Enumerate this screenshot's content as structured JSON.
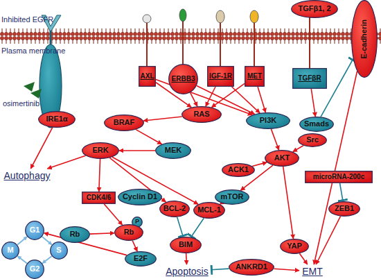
{
  "diagram": {
    "nodes": [
      {
        "text": [
          "TGFβ1, 2"
        ]
      },
      {
        "text": [
          "E-cadherin"
        ]
      },
      {
        "text": [
          "AXL"
        ]
      },
      {
        "text": [
          "ERBB3"
        ]
      },
      {
        "text": [
          "IGF-1R"
        ]
      },
      {
        "text": [
          "MET"
        ]
      },
      {
        "text": [
          "TGFβR"
        ]
      },
      {
        "text": [
          "IRE1α"
        ]
      },
      {
        "text": [
          "RAS"
        ]
      },
      {
        "text": [
          "BRAF"
        ]
      },
      {
        "text": [
          "PI3K"
        ]
      },
      {
        "text": [
          "Smads"
        ]
      },
      {
        "text": [
          "Src"
        ]
      },
      {
        "text": [
          "ERK"
        ]
      },
      {
        "text": [
          "MEK"
        ]
      },
      {
        "text": [
          "AKT"
        ]
      },
      {
        "text": [
          "ACK1"
        ]
      },
      {
        "text": [
          "microRNA-200c"
        ]
      },
      {
        "text": [
          "Autophagy"
        ]
      },
      {
        "text": [
          "mTOR"
        ]
      },
      {
        "text": [
          "CDK4/6"
        ]
      },
      {
        "text": [
          "Cyclin D1"
        ]
      },
      {
        "text": [
          "BCL-2"
        ]
      },
      {
        "text": [
          "MCL-1"
        ]
      },
      {
        "text": [
          "ZEB1"
        ]
      },
      {
        "text": [
          "Rb"
        ]
      },
      {
        "text": [
          "P"
        ]
      },
      {
        "text": [
          "Rb"
        ]
      },
      {
        "text": [
          "BIM"
        ]
      },
      {
        "text": [
          "YAP"
        ]
      },
      {
        "text": [
          "E2F"
        ]
      },
      {
        "text": [
          "G1"
        ]
      },
      {
        "text": [
          "S"
        ]
      },
      {
        "text": [
          "G2"
        ]
      },
      {
        "text": [
          "M"
        ]
      },
      {
        "text": [
          "Apoptosis"
        ]
      },
      {
        "text": [
          "ANKRD1"
        ]
      },
      {
        "text": [
          "EMT"
        ]
      }
    ],
    "edges": [
      {
        "from": 2,
        "to": 8,
        "arrow": "to"
      },
      {
        "from": 2,
        "to": 10,
        "arrow": "to"
      },
      {
        "from": 3,
        "to": 8,
        "arrow": "to"
      },
      {
        "from": 3,
        "to": 10,
        "arrow": "to"
      },
      {
        "from": 4,
        "to": 8,
        "arrow": "to"
      },
      {
        "from": 4,
        "to": 10,
        "arrow": "to"
      },
      {
        "from": 5,
        "to": 8,
        "arrow": "to"
      },
      {
        "from": 5,
        "to": 10,
        "arrow": "to"
      },
      {
        "from": 6,
        "to": 11,
        "arrow": "to"
      },
      {
        "from": 11,
        "to": 1,
        "arrow": "to"
      },
      {
        "from": 1,
        "to": 37,
        "arrow": "to"
      },
      {
        "from": 7,
        "to": 18,
        "arrow": "to"
      },
      {
        "from": 13,
        "to": 18,
        "arrow": "to"
      },
      {
        "from": 8,
        "to": 9,
        "arrow": "to"
      },
      {
        "from": 9,
        "to": 14,
        "arrow": "to"
      },
      {
        "from": 14,
        "to": 13,
        "arrow": "to"
      },
      {
        "from": 13,
        "to": 20,
        "arrow": "to"
      },
      {
        "from": 13,
        "to": 22,
        "arrow": "to"
      },
      {
        "from": 13,
        "to": 23,
        "arrow": "to"
      },
      {
        "from": 10,
        "to": 15,
        "arrow": "to"
      },
      {
        "from": 12,
        "to": 15,
        "arrow": "to"
      },
      {
        "from": 16,
        "to": 15,
        "arrow": "to"
      },
      {
        "from": 15,
        "to": 19,
        "arrow": "to"
      },
      {
        "from": 19,
        "to": 23,
        "arrow": "to"
      },
      {
        "from": 15,
        "to": 29,
        "arrow": "to"
      },
      {
        "from": 29,
        "to": 37,
        "arrow": "to"
      },
      {
        "from": 20,
        "to": 27,
        "arrow": "to"
      },
      {
        "from": 25,
        "to": 27,
        "arrow": "to"
      },
      {
        "from": 27,
        "to": 30,
        "arrow": "to"
      },
      {
        "from": 30,
        "to": 31,
        "arrow": "to"
      },
      {
        "from": 22,
        "to": 28,
        "arrow": "to"
      },
      {
        "from": 23,
        "to": 28,
        "arrow": "to"
      },
      {
        "from": 28,
        "to": 35,
        "arrow": "to"
      },
      {
        "from": 36,
        "to": 35,
        "arrow": "to"
      },
      {
        "from": 36,
        "to": 37,
        "arrow": "to"
      },
      {
        "from": 17,
        "to": 24,
        "arrow": "to"
      },
      {
        "from": 24,
        "to": 37,
        "arrow": "to"
      },
      {
        "from": 31,
        "to": 32,
        "arrow": "to"
      },
      {
        "from": 32,
        "to": 33,
        "arrow": "to"
      },
      {
        "from": 33,
        "to": 34,
        "arrow": "to"
      },
      {
        "from": 34,
        "to": 31,
        "arrow": "to"
      }
    ],
    "labels": [
      "Inhibited EGFR",
      "Plasma membrane",
      "osimertinib"
    ]
  }
}
